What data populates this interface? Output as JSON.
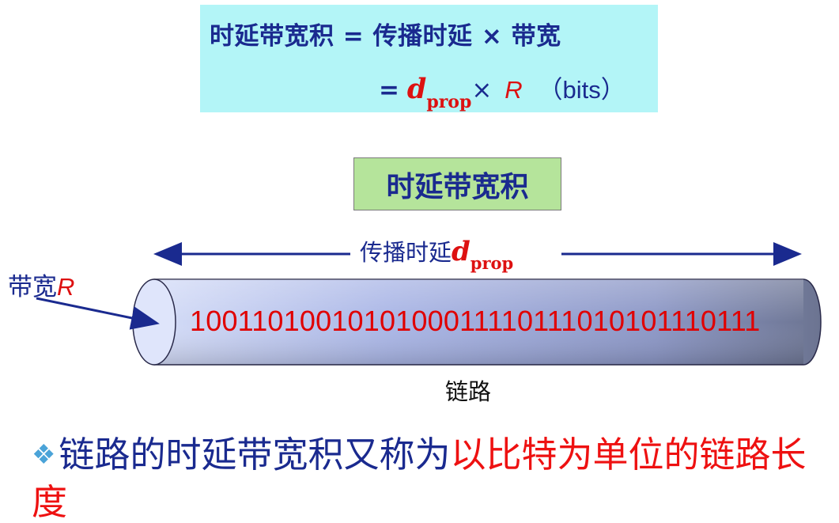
{
  "formula": {
    "line1": "时延带宽积 = 传播时延 × 带宽",
    "eq": "=",
    "d_symbol": "d",
    "d_subscript": "prop",
    "times": "×",
    "r_symbol": "R",
    "unit": "（bits）"
  },
  "title_box": {
    "label": "时延带宽积"
  },
  "propagation": {
    "label": "传播时延",
    "d_symbol": "d",
    "d_subscript": "prop"
  },
  "bandwidth": {
    "label": "带宽",
    "r_symbol": "R"
  },
  "link": {
    "bits": "1001101001010100011110111010101110111",
    "label": "链路"
  },
  "bullet": {
    "marker": "❖",
    "text_normal": "链路的时延带宽积又称为",
    "text_highlight": "以比特为单位的链路长度"
  },
  "colors": {
    "navy": "#1a2a8f",
    "red": "#dd1111",
    "formula_bg": "#b3f5f7",
    "title_bg": "#b5e49b"
  }
}
